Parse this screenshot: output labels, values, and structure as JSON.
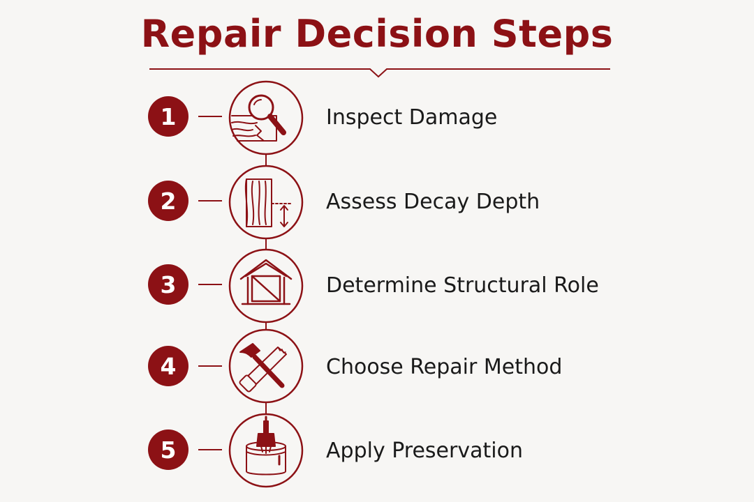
{
  "title": "Repair Decision Steps",
  "colors": {
    "accent": "#8c1115",
    "text": "#1a1a1a",
    "background": "#f7f6f4"
  },
  "steps": [
    {
      "number": "1",
      "label": "Inspect Damage",
      "icon": "magnifier-on-wood-icon"
    },
    {
      "number": "2",
      "label": "Assess Decay Depth",
      "icon": "wood-plank-depth-icon"
    },
    {
      "number": "3",
      "label": "Determine Structural Role",
      "icon": "house-frame-icon"
    },
    {
      "number": "4",
      "label": "Choose Repair Method",
      "icon": "hammer-and-saw-icon"
    },
    {
      "number": "5",
      "label": "Apply Preservation",
      "icon": "brush-and-paint-can-icon"
    }
  ]
}
